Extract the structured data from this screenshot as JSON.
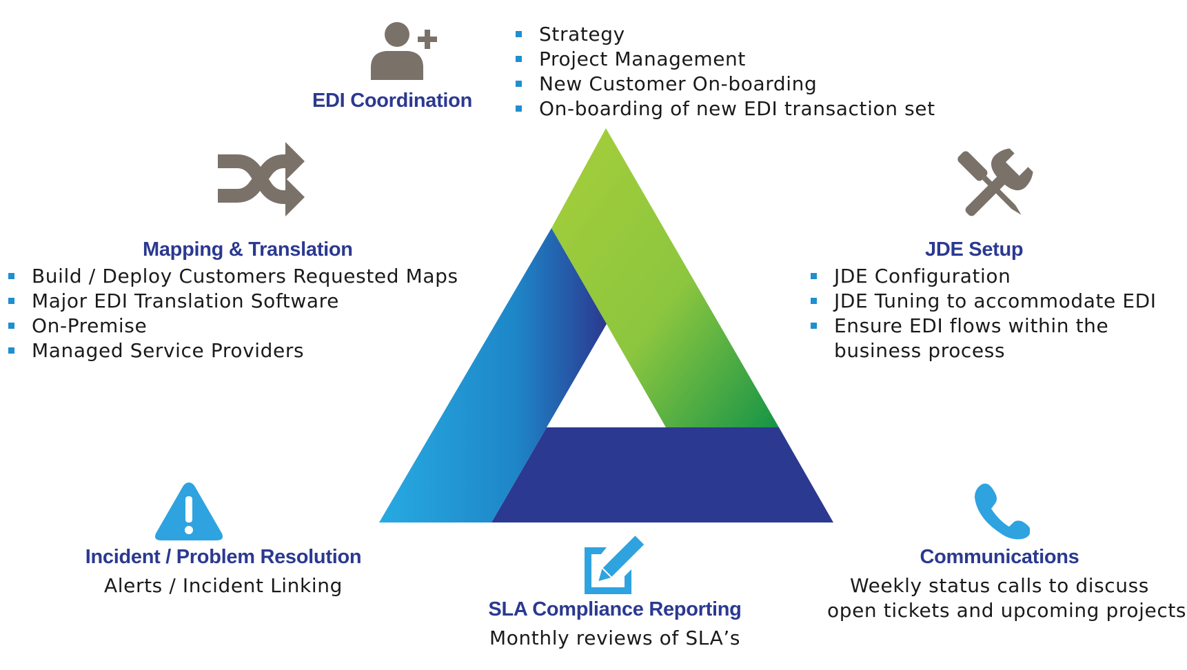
{
  "colors": {
    "heading": "#2b3990",
    "bullet": "#1f8fd0",
    "icon_gray": "#7a7169",
    "icon_blue": "#2ea3e0",
    "tri_green_light": "#a6ce39",
    "tri_green_dark": "#159447",
    "tri_blue_light": "#27aae1",
    "tri_blue_dark": "#2b3990",
    "tri_navy": "#2b3990"
  },
  "edi_coordination": {
    "icon": "user-add-icon",
    "title": "EDI Coordination",
    "items": [
      "Strategy",
      "Project Management",
      "New Customer On-boarding",
      "On-boarding of new EDI transaction set"
    ]
  },
  "mapping": {
    "icon": "shuffle-icon",
    "title": "Mapping & Translation",
    "items": [
      "Build / Deploy Customers Requested Maps",
      "Major EDI Translation Software",
      "On-Premise",
      "Managed Service Providers"
    ]
  },
  "jde": {
    "icon": "tools-icon",
    "title": "JDE Setup",
    "items": [
      "JDE Configuration",
      "JDE Tuning to accommodate EDI",
      "Ensure EDI flows within the business process"
    ]
  },
  "incident": {
    "icon": "warning-icon",
    "title": "Incident / Problem Resolution",
    "text": "Alerts / Incident Linking"
  },
  "sla": {
    "icon": "edit-icon",
    "title": "SLA Compliance Reporting",
    "text": "Monthly reviews of SLA’s"
  },
  "communications": {
    "icon": "phone-icon",
    "title": "Communications",
    "line1": "Weekly status calls to discuss",
    "line2": "open tickets and upcoming projects"
  }
}
